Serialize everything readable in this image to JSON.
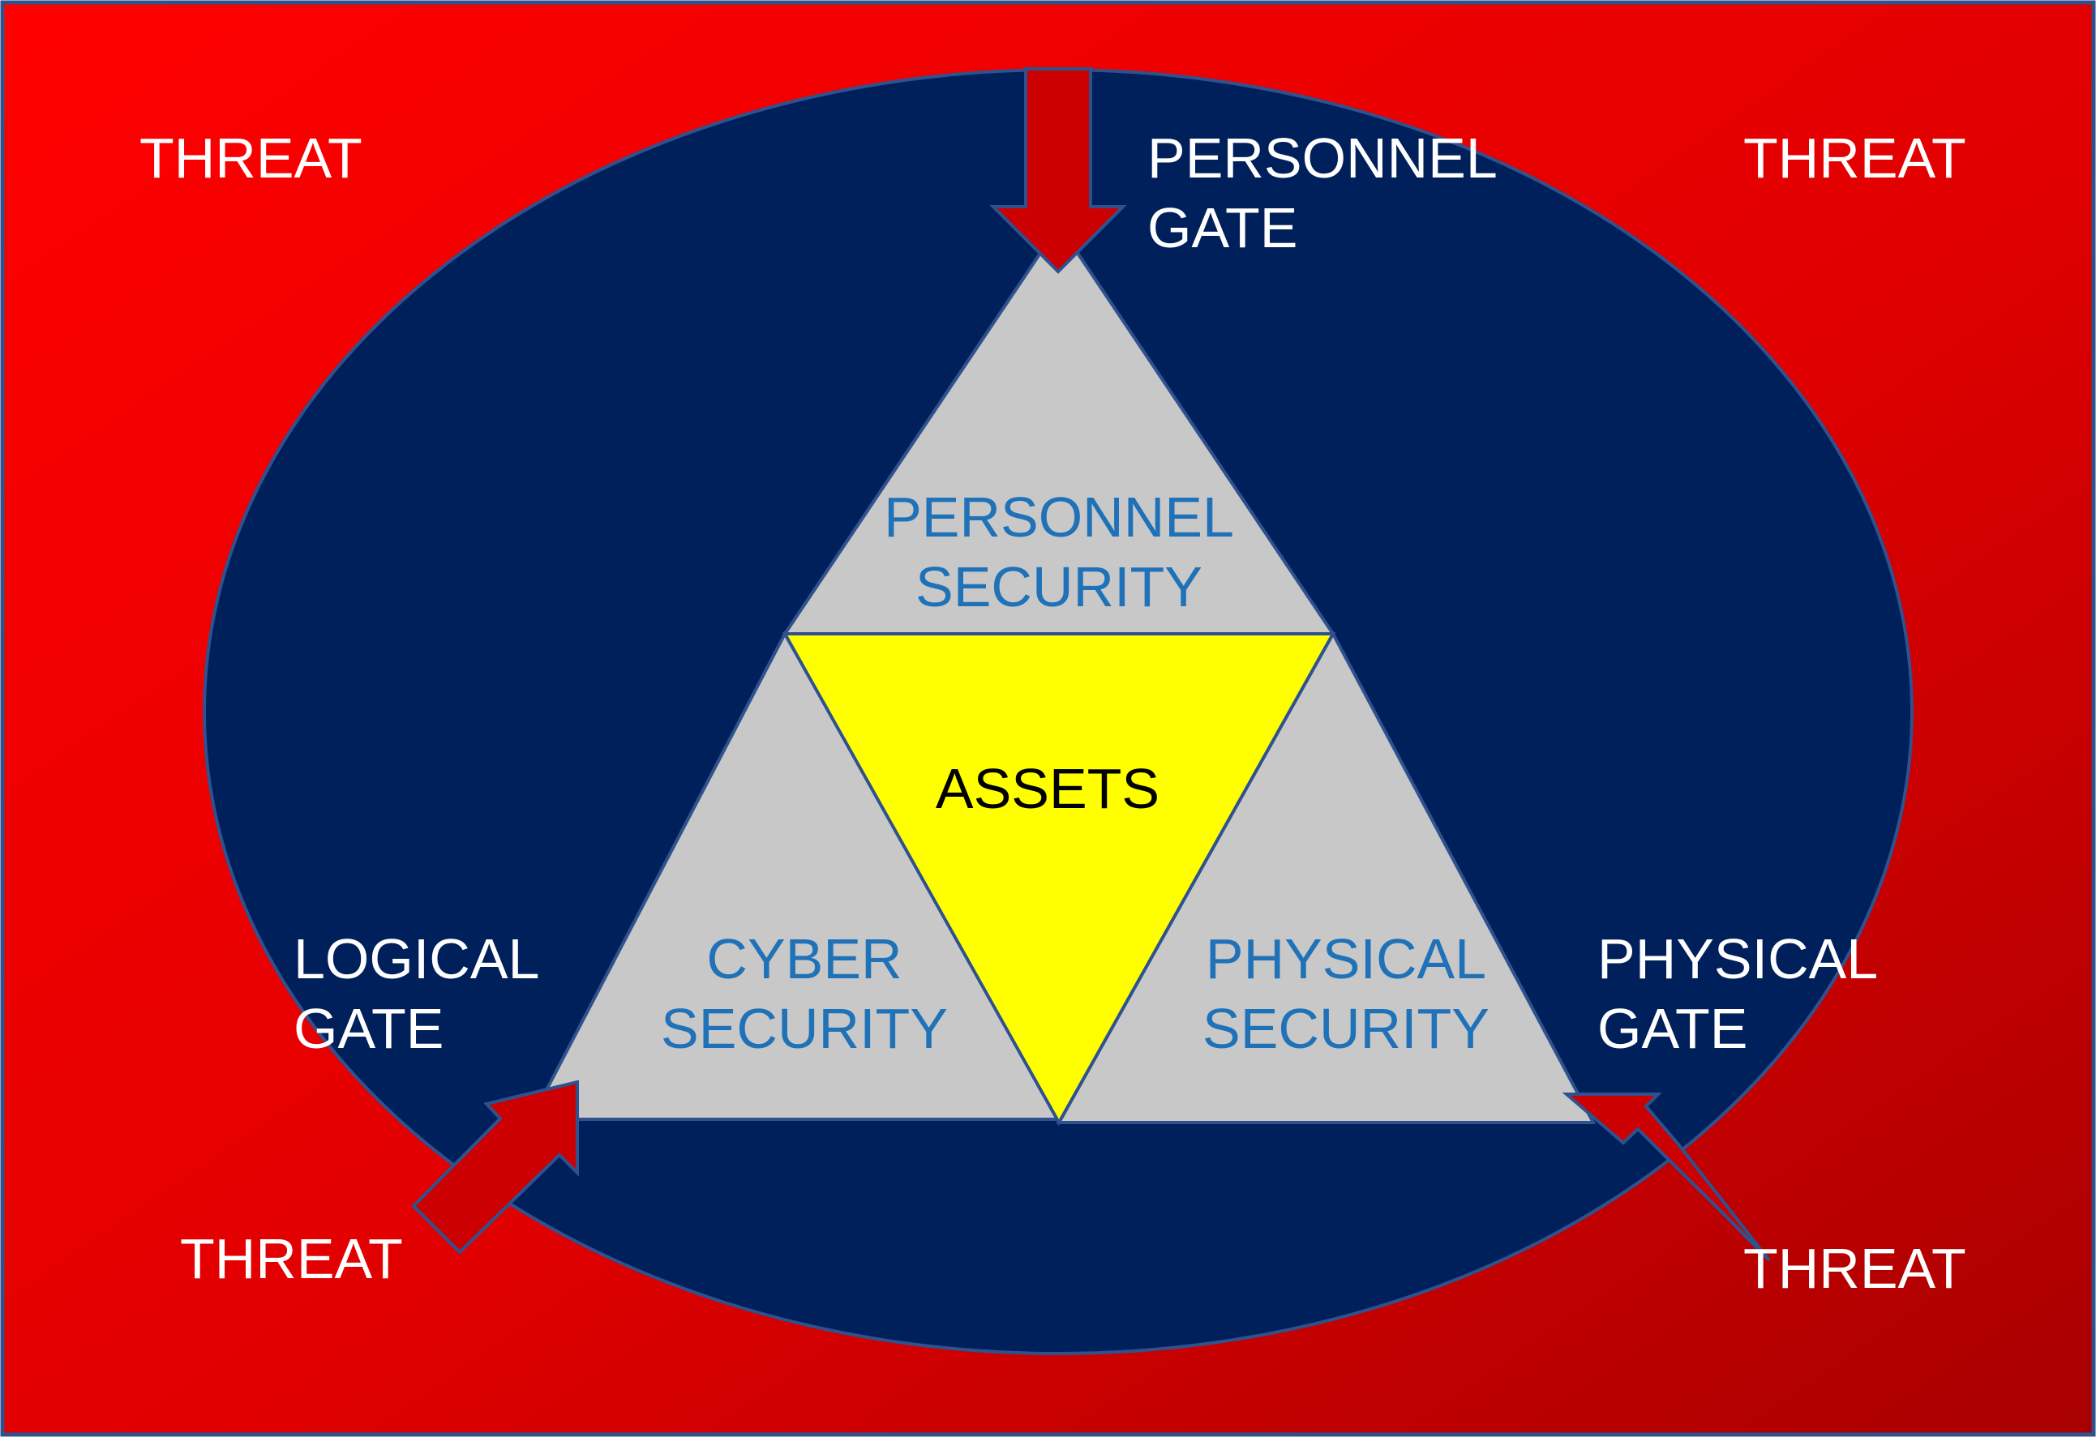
{
  "colors": {
    "background_top_left": "#ff0000",
    "background_bottom_right": "#a80000",
    "ellipse": "#00205b",
    "outer_triangles": "#c8c8c8",
    "assets_triangle": "#ffff00",
    "arrows": "#cc0000",
    "outline": "#2f528f",
    "threat_text": "#ffffff",
    "gate_text": "#ffffff",
    "security_text": "#1f72b8",
    "assets_text": "#000000"
  },
  "threats": {
    "top_left": "THREAT",
    "top_right": "THREAT",
    "bottom_left": "THREAT",
    "bottom_right": "THREAT"
  },
  "gates": {
    "personnel": [
      "PERSONNEL",
      "GATE"
    ],
    "logical": [
      "LOGICAL",
      "GATE"
    ],
    "physical": [
      "PHYSICAL",
      "GATE"
    ]
  },
  "security": {
    "personnel": [
      "PERSONNEL",
      "SECURITY"
    ],
    "cyber": [
      "CYBER",
      "SECURITY"
    ],
    "physical": [
      "PHYSICAL",
      "SECURITY"
    ]
  },
  "assets": "ASSETS"
}
